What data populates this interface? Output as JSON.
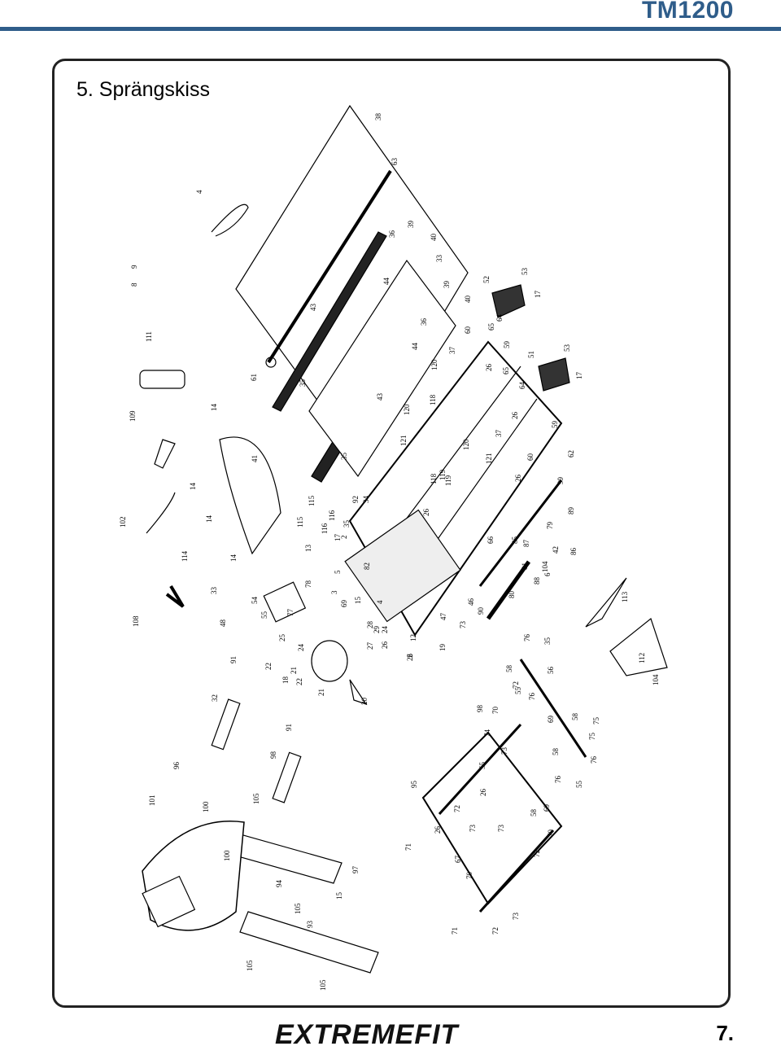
{
  "header": {
    "model": "TM1200",
    "accent_color": "#2f5d8a"
  },
  "section": {
    "title": "5. Sprängskiss"
  },
  "diagram": {
    "callouts": [
      "38",
      "63",
      "4",
      "36",
      "39",
      "40",
      "9",
      "8",
      "33",
      "44",
      "52",
      "53",
      "43",
      "39",
      "40",
      "111",
      "60",
      "36",
      "65",
      "64",
      "17",
      "44",
      "37",
      "61",
      "35",
      "59",
      "120",
      "51",
      "53",
      "26",
      "64",
      "65",
      "17",
      "43",
      "118",
      "37",
      "26",
      "120",
      "119",
      "109",
      "14",
      "121",
      "59",
      "60",
      "62",
      "41",
      "120",
      "35",
      "121",
      "34",
      "92",
      "26",
      "115",
      "118",
      "119",
      "14",
      "102",
      "26",
      "99",
      "14",
      "115",
      "116",
      "17",
      "89",
      "35",
      "79",
      "13",
      "2",
      "66",
      "85",
      "116",
      "87",
      "114",
      "14",
      "5",
      "3",
      "78",
      "81",
      "104",
      "86",
      "42",
      "82",
      "88",
      "6",
      "69",
      "33",
      "80",
      "113",
      "108",
      "48",
      "54",
      "55",
      "77",
      "4",
      "15",
      "46",
      "90",
      "25",
      "28",
      "29",
      "24",
      "27",
      "73",
      "47",
      "26",
      "19",
      "26",
      "112",
      "22",
      "24",
      "91",
      "21",
      "104",
      "12",
      "76",
      "18",
      "2",
      "58",
      "22",
      "35",
      "21",
      "56",
      "76",
      "55",
      "20",
      "32",
      "98",
      "70",
      "69",
      "74",
      "58",
      "75",
      "75",
      "58",
      "72",
      "55",
      "73",
      "91",
      "76",
      "98",
      "96",
      "76",
      "55",
      "95",
      "26",
      "72",
      "101",
      "105",
      "73",
      "58",
      "100",
      "69",
      "100",
      "71",
      "26",
      "72",
      "73",
      "70",
      "67",
      "97",
      "94",
      "105",
      "15",
      "93",
      "70",
      "71",
      "72",
      "73",
      "105",
      "105"
    ]
  },
  "footer": {
    "brand": "EXTREMEFIT",
    "page_number": "7."
  }
}
